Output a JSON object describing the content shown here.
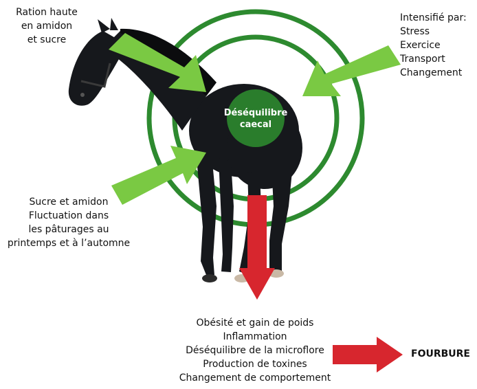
{
  "colors": {
    "ring": "#2d8a2f",
    "center": "#2a7d2c",
    "green_arrow": "#7ac943",
    "red_arrow": "#d7262e",
    "horse": "#16181c"
  },
  "center_label": [
    "Déséquilibre",
    "caecal"
  ],
  "top_left": [
    "Ration haute",
    "en amidon",
    "et sucre"
  ],
  "top_right": [
    "Intensifié par:",
    "Stress",
    "Exercice",
    "Transport",
    "Changement"
  ],
  "middle_left": [
    "Sucre et amidon",
    "Fluctuation dans",
    "les pâturages au",
    "printemps et à l’automne"
  ],
  "bottom": [
    "Obésité et gain de poids",
    "Inflammation",
    "Déséquilibre de la microflore",
    "Production de toxines",
    "Changement de comportement"
  ],
  "result": "FOURBURE",
  "image": {
    "subject": "black horse",
    "icon": "horse-illustration"
  }
}
